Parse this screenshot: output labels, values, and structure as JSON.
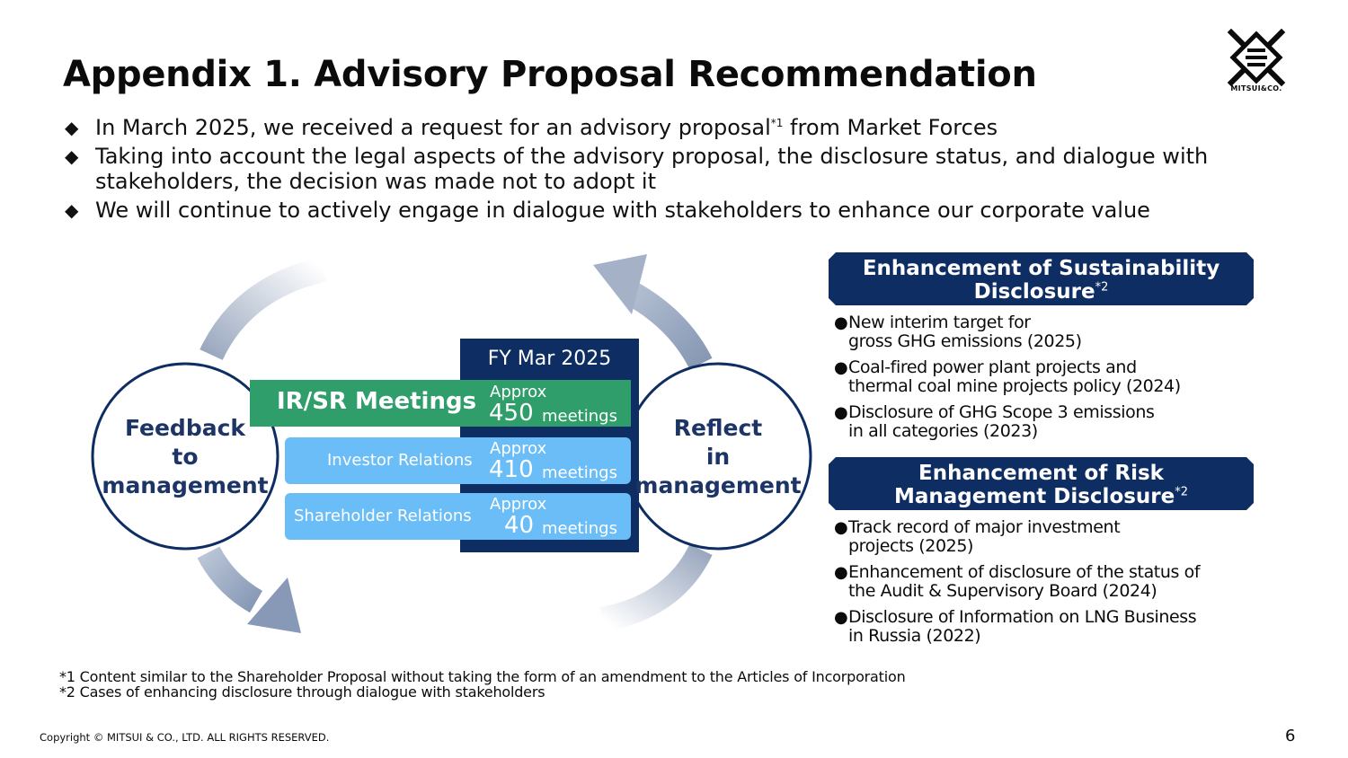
{
  "title": "Appendix 1. Advisory Proposal Recommendation",
  "logo": {
    "name": "mitsui-logo-icon",
    "text": "MITSUI&CO."
  },
  "bullets": [
    {
      "text": "In March 2025, we received a request for an advisory proposal",
      "sup": "*1",
      "text_after": " from Market Forces"
    },
    {
      "text": "Taking into account the legal aspects of the advisory proposal, the disclosure status, and dialogue with stakeholders, the decision was made not to adopt it"
    },
    {
      "text": "We will continue to actively engage in dialogue with stakeholders to enhance our corporate value"
    }
  ],
  "diagram": {
    "left_circle": [
      "Feedback",
      "to",
      "management"
    ],
    "right_circle": [
      "Reflect",
      "in",
      "management"
    ],
    "fy_label": "FY Mar 2025",
    "ir_sr": {
      "label": "IR/SR Meetings",
      "approx": "Approx",
      "value": "450",
      "unit": "meetings"
    },
    "investor": {
      "label": "Investor Relations",
      "approx": "Approx",
      "value": "410",
      "unit": "meetings"
    },
    "shareholder": {
      "label": "Shareholder Relations",
      "approx": "Approx",
      "value": "40",
      "unit": "meetings"
    }
  },
  "sections": [
    {
      "title_lines": [
        "Enhancement of Sustainability",
        "Disclosure"
      ],
      "sup": "*2",
      "items": [
        [
          "New interim target for",
          "gross GHG emissions (2025)"
        ],
        [
          "Coal-fired power plant projects and",
          "thermal coal mine projects policy (2024)"
        ],
        [
          "Disclosure of GHG Scope 3 emissions",
          "in all categories (2023)"
        ]
      ]
    },
    {
      "title_lines": [
        "Enhancement of Risk",
        "Management Disclosure"
      ],
      "sup": "*2",
      "items": [
        [
          "Track record of major investment",
          "projects (2025)"
        ],
        [
          "Enhancement of disclosure of the status of",
          "the Audit & Supervisory Board (2024)"
        ],
        [
          "Disclosure of Information on LNG Business",
          "in Russia (2022)"
        ]
      ]
    }
  ],
  "footnotes": [
    "*1 Content similar to the Shareholder Proposal without taking the form of an amendment to the Articles of Incorporation",
    "*2 Cases of enhancing disclosure through dialogue with stakeholders"
  ],
  "copyright": "Copyright © MITSUI & CO., LTD. ALL RIGHTS RESERVED.",
  "page_number": "6",
  "colors": {
    "navy": "#0d2d63",
    "green": "#2f9e6a",
    "light_blue": "#6abdf6",
    "circle_text": "#1d3566"
  }
}
